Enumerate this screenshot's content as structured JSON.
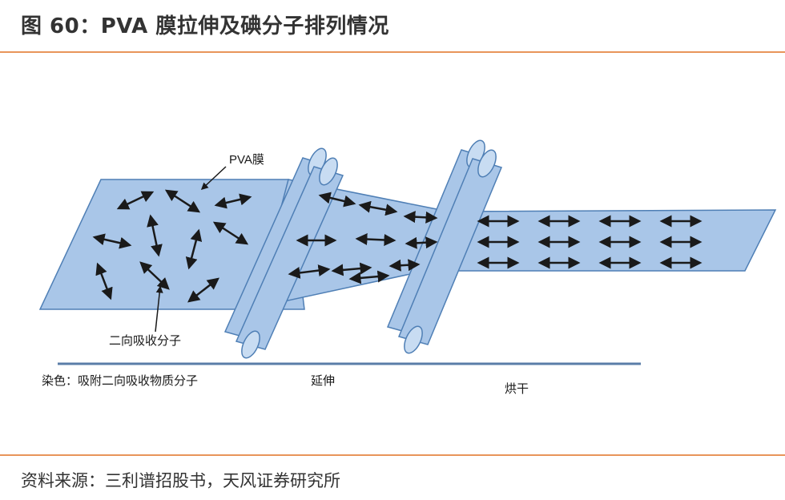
{
  "figure": {
    "title": "图 60：PVA 膜拉伸及碘分子排列情况",
    "source": "资料来源：三利谱招股书，天风证券研究所"
  },
  "diagram": {
    "labels": {
      "pva_film": "PVA膜",
      "dichroic_molecules": "二向吸收分子",
      "stage_dyeing": "染色：吸附二向吸收物质分子",
      "stage_stretching": "延伸",
      "stage_drying": "烘干"
    }
  },
  "colors": {
    "accent_rule": "#E8955A",
    "film_fill": "#A9C6E8",
    "film_stroke": "#4F7FB5",
    "roller_fill": "#A9C6E8",
    "arrow": "#1a1a1a",
    "baseline": "#5b7ea8"
  }
}
